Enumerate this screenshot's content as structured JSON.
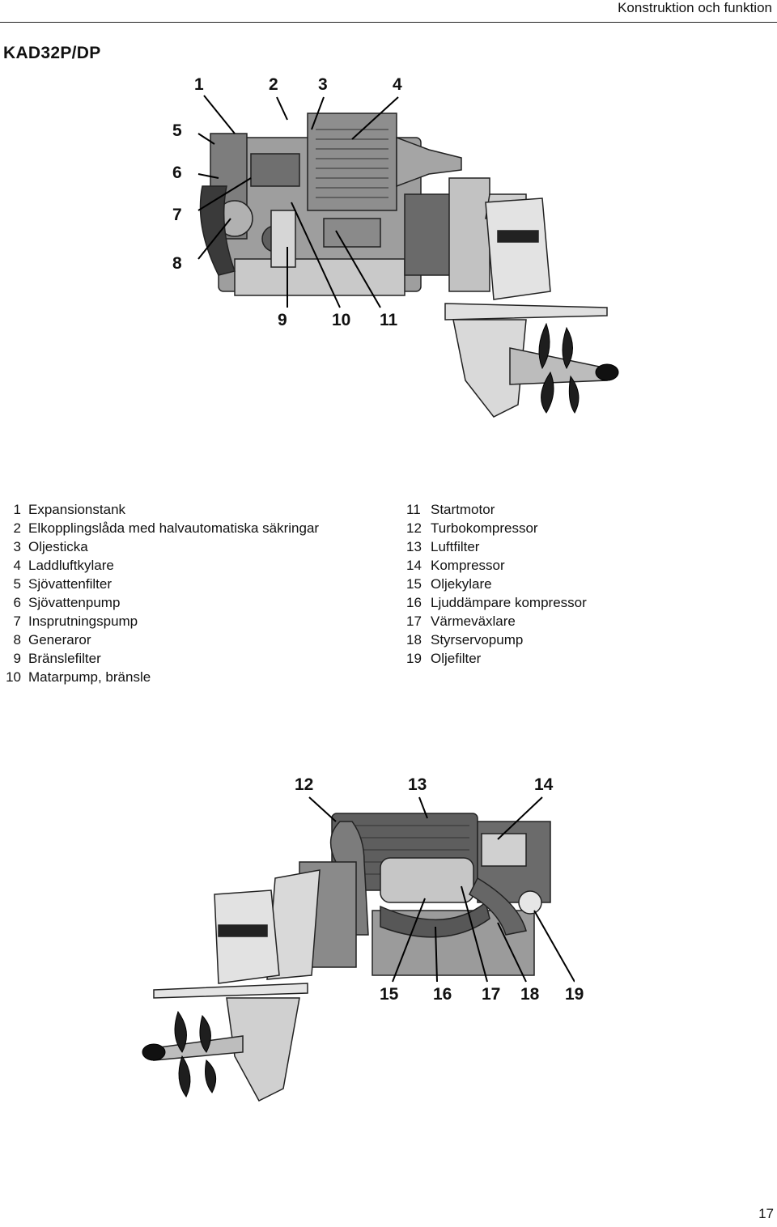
{
  "header": {
    "title": "Konstruktion och funktion"
  },
  "model": {
    "title": "KAD32P/DP"
  },
  "figure_top": {
    "callouts": [
      "1",
      "2",
      "3",
      "4",
      "5",
      "6",
      "7",
      "8",
      "9",
      "10",
      "11"
    ]
  },
  "figure_bottom": {
    "callouts": [
      "12",
      "13",
      "14",
      "15",
      "16",
      "17",
      "18",
      "19"
    ]
  },
  "legend": {
    "left": [
      {
        "num": "1",
        "text": "Expansionstank"
      },
      {
        "num": "2",
        "text": "Elkopplingslåda med halvautomatiska säkringar"
      },
      {
        "num": "3",
        "text": "Oljesticka"
      },
      {
        "num": "4",
        "text": "Laddluftkylare"
      },
      {
        "num": "5",
        "text": "Sjövattenfilter"
      },
      {
        "num": "6",
        "text": "Sjövattenpump"
      },
      {
        "num": "7",
        "text": "Insprutningspump"
      },
      {
        "num": "8",
        "text": "Generaror"
      },
      {
        "num": "9",
        "text": "Bränslefilter"
      },
      {
        "num": "10",
        "text": "Matarpump, bränsle"
      }
    ],
    "right": [
      {
        "num": "11",
        "text": "Startmotor"
      },
      {
        "num": "12",
        "text": "Turbokompressor"
      },
      {
        "num": "13",
        "text": "Luftfilter"
      },
      {
        "num": "14",
        "text": "Kompressor"
      },
      {
        "num": "15",
        "text": "Oljekylare"
      },
      {
        "num": "16",
        "text": "Ljuddämpare kompressor"
      },
      {
        "num": "17",
        "text": "Värmeväxlare"
      },
      {
        "num": "18",
        "text": "Styrservopump"
      },
      {
        "num": "19",
        "text": "Oljefilter"
      }
    ]
  },
  "page": {
    "number": "17"
  }
}
